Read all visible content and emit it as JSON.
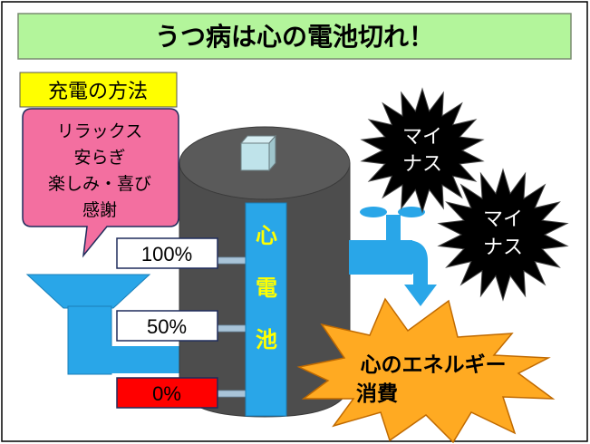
{
  "title": "うつ病は心の電池切れ！",
  "charge_method": "充電の方法",
  "charge_items": [
    "リラックス",
    "安らぎ",
    "楽しみ・喜び",
    "感謝"
  ],
  "levels": [
    "100%",
    "50%",
    "0%"
  ],
  "battery": [
    "心",
    "電",
    "池"
  ],
  "minus_labels": [
    [
      "マイ",
      "ナス"
    ],
    [
      "マイ",
      "ナス"
    ]
  ],
  "consumption": [
    "心のエネルギー",
    "消費"
  ],
  "colors": {
    "title_bg": "#b3f59b",
    "charge_label_bg": "#ffff00",
    "bubble": "#f36fa0",
    "water": "#29a6e8",
    "tank": "#4d4d4d",
    "battery_text": "#ffff00",
    "empty_level": "#ff0000",
    "consumption_burst": "#ffaa22",
    "minus_burst": "#000000"
  }
}
